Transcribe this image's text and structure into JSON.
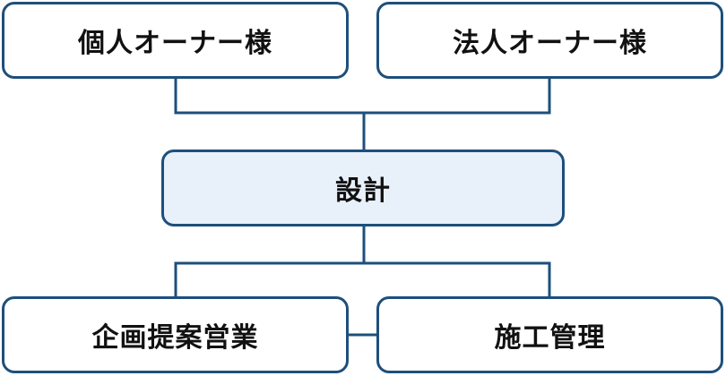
{
  "diagram": {
    "nodes": {
      "individual_owner": "個人オーナー様",
      "corporate_owner": "法人オーナー様",
      "design": "設計",
      "sales_proposal": "企画提案営業",
      "construction_management": "施工管理"
    },
    "colors": {
      "border": "#1d4f7c",
      "center_fill": "#e8f0fa",
      "text": "#111111"
    }
  }
}
